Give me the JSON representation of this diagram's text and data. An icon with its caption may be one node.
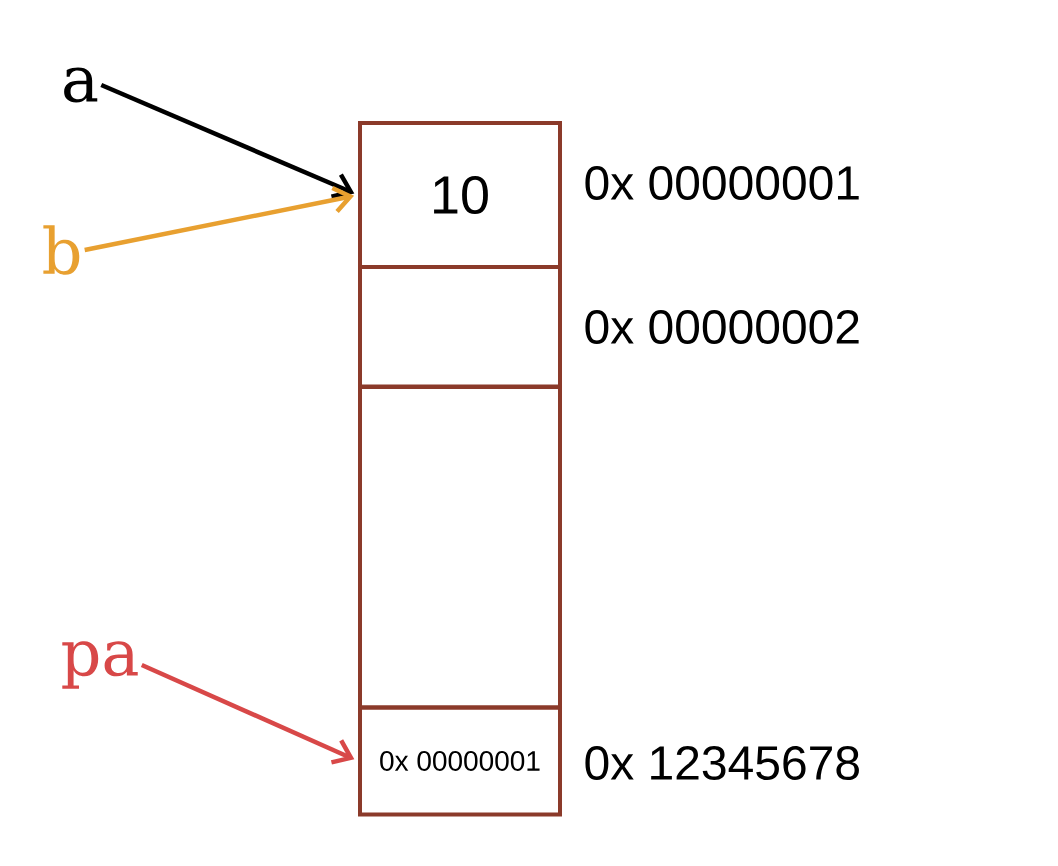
{
  "diagram": {
    "nodes": [
      {
        "text": [
          "10"
        ],
        "beside": [
          "0x 00000001"
        ]
      },
      {
        "text": [],
        "shape": "box",
        "beside": [
          "0x 00000002"
        ]
      },
      {
        "text": [],
        "shape": "box"
      },
      {
        "text": [
          "0x 00000001"
        ],
        "beside": [
          "0x 12345678"
        ]
      },
      {
        "text": [
          "a"
        ]
      },
      {
        "text": [
          "b"
        ]
      },
      {
        "text": [
          "pa"
        ]
      }
    ],
    "edges": [
      {
        "from": 4,
        "to": 0,
        "arrow": "to",
        "color": "#000000"
      },
      {
        "from": 5,
        "to": 0,
        "arrow": "to",
        "color": "#e8a030"
      },
      {
        "from": 6,
        "to": 3,
        "arrow": "to",
        "color": "#d84848"
      }
    ]
  }
}
